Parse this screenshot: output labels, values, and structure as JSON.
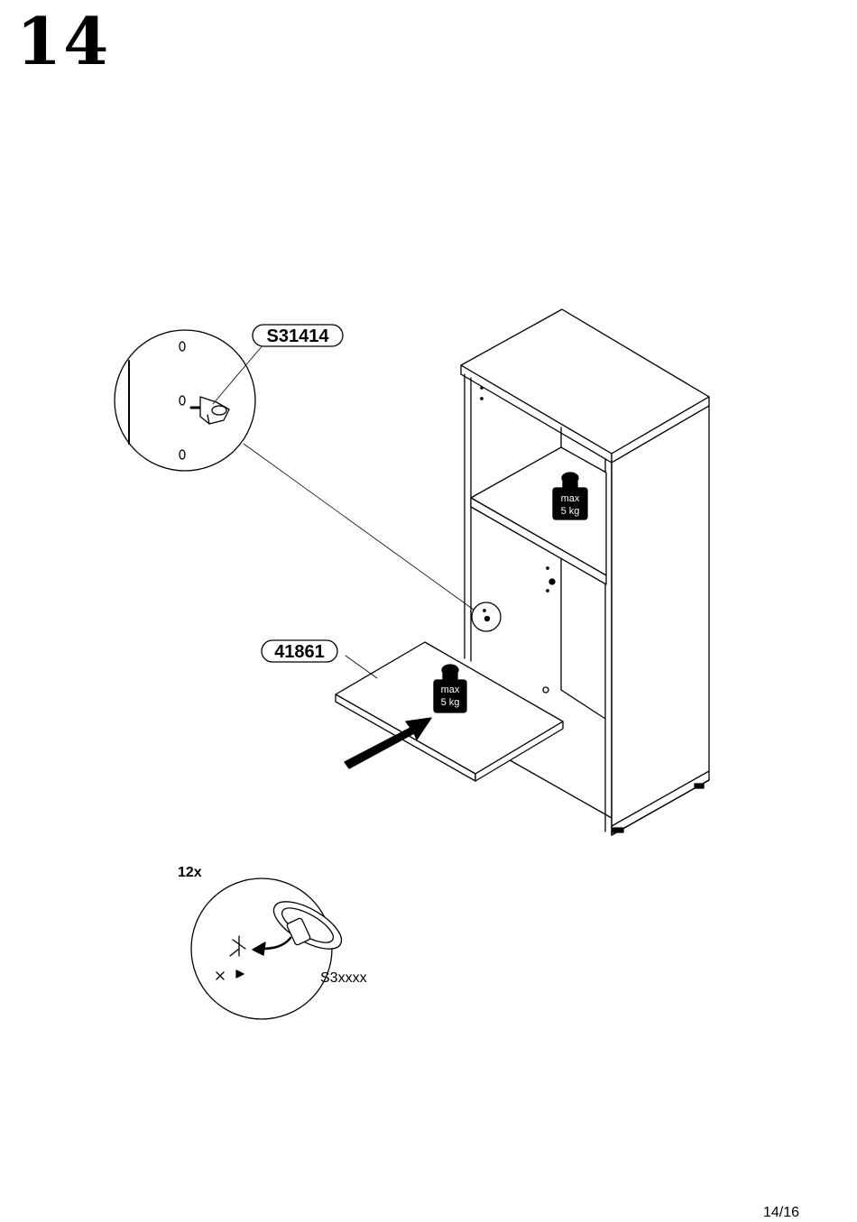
{
  "step": "14",
  "page": "14/16",
  "parts": {
    "shelf_support_code": "S31414",
    "shelf_panel_code": "41861",
    "generic_part_code": "S3xxxx"
  },
  "quantity": "12x",
  "weight_limit": {
    "top_label_line1": "max",
    "top_label_line2": "5 kg",
    "bottom_label_line1": "max",
    "bottom_label_line2": "5 kg"
  },
  "icons": [
    "weight-icon",
    "arrow-icon",
    "shelf-pin-icon",
    "remove-icon"
  ]
}
